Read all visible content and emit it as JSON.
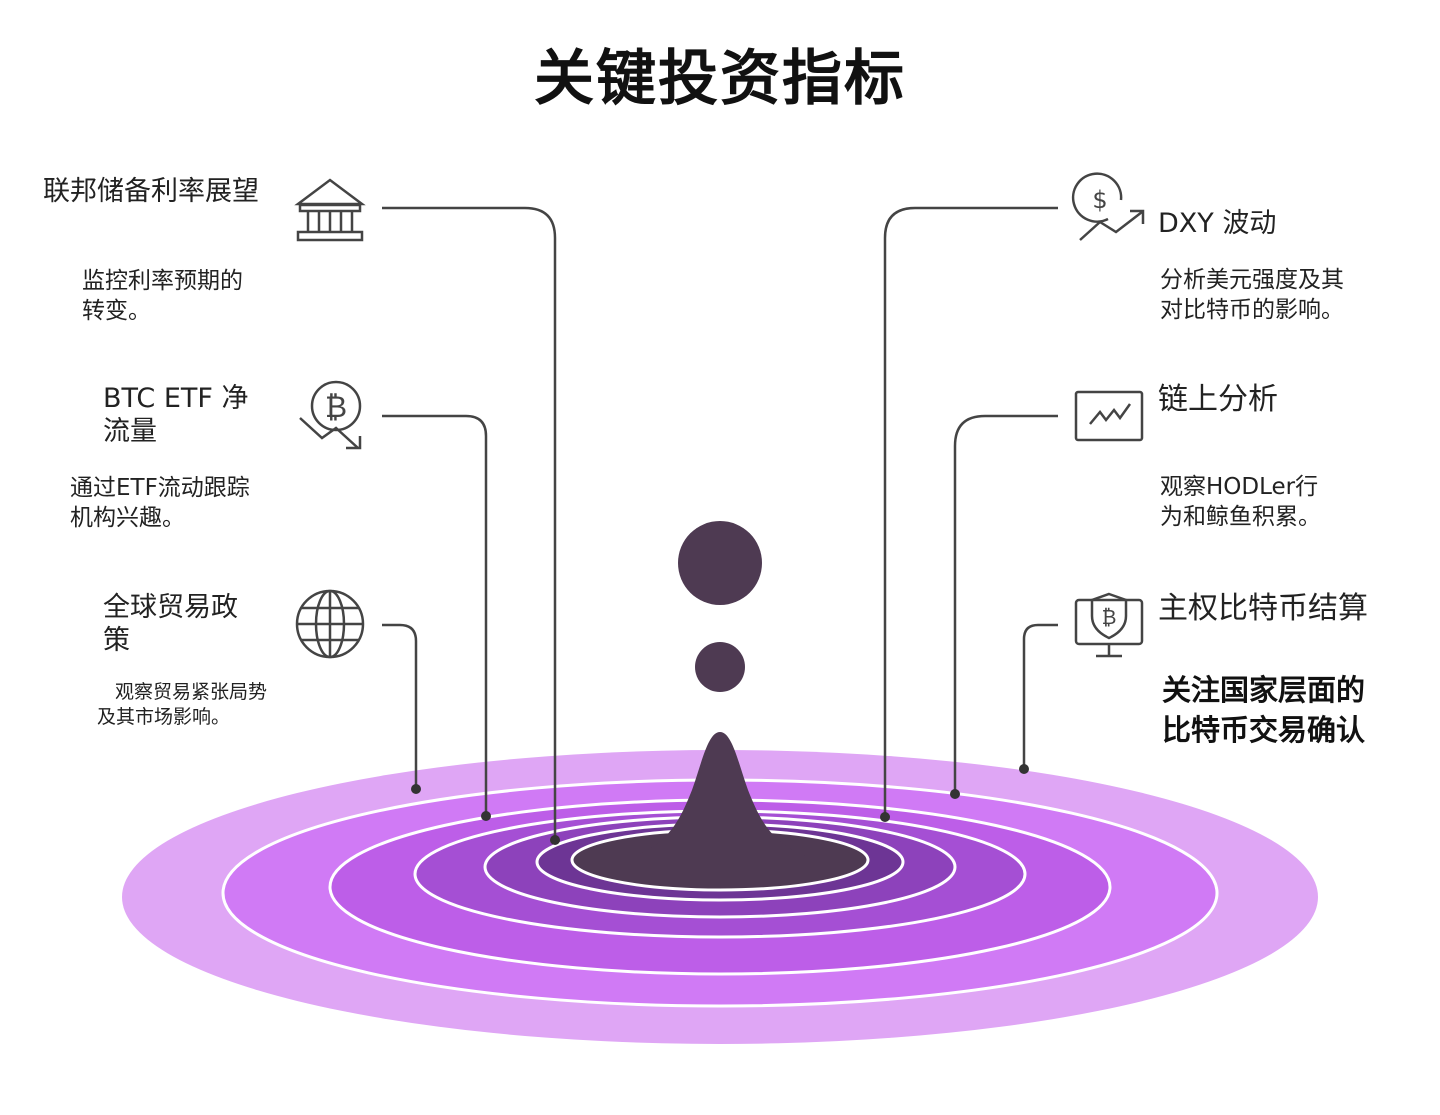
{
  "title": "关键投资指标",
  "colors": {
    "drop": "#4e3a52",
    "ring_outer": "#dfa6f5",
    "ring_2": "#d07af5",
    "ring_3": "#bd5ee8",
    "ring_4": "#a54fd4",
    "ring_5": "#8d42bb",
    "ring_inner": "#6d3595",
    "line": "#444444"
  },
  "left": [
    {
      "label": "联邦储备利率展望",
      "desc": "监控利率预期的\n转变。",
      "icon": "bank-icon"
    },
    {
      "label": "BTC ETF 净\n流量",
      "desc": "通过ETF流动跟踪\n机构兴趣。",
      "icon": "bitcoin-down-icon"
    },
    {
      "label": "全球贸易政\n策",
      "desc": "观察贸易紧张局势\n及其市场影响。",
      "icon": "globe-icon"
    }
  ],
  "right": [
    {
      "label": "DXY 波动",
      "desc": "分析美元强度及其\n对比特币的影响。",
      "icon": "dollar-chart-icon"
    },
    {
      "label": "链上分析",
      "desc": "观察HODLer行\n为和鲸鱼积累。",
      "icon": "line-chart-monitor-icon"
    },
    {
      "label": "主权比特币结算",
      "desc": "关注国家层面的\n比特币交易确认",
      "icon": "bitcoin-shield-monitor-icon"
    }
  ]
}
